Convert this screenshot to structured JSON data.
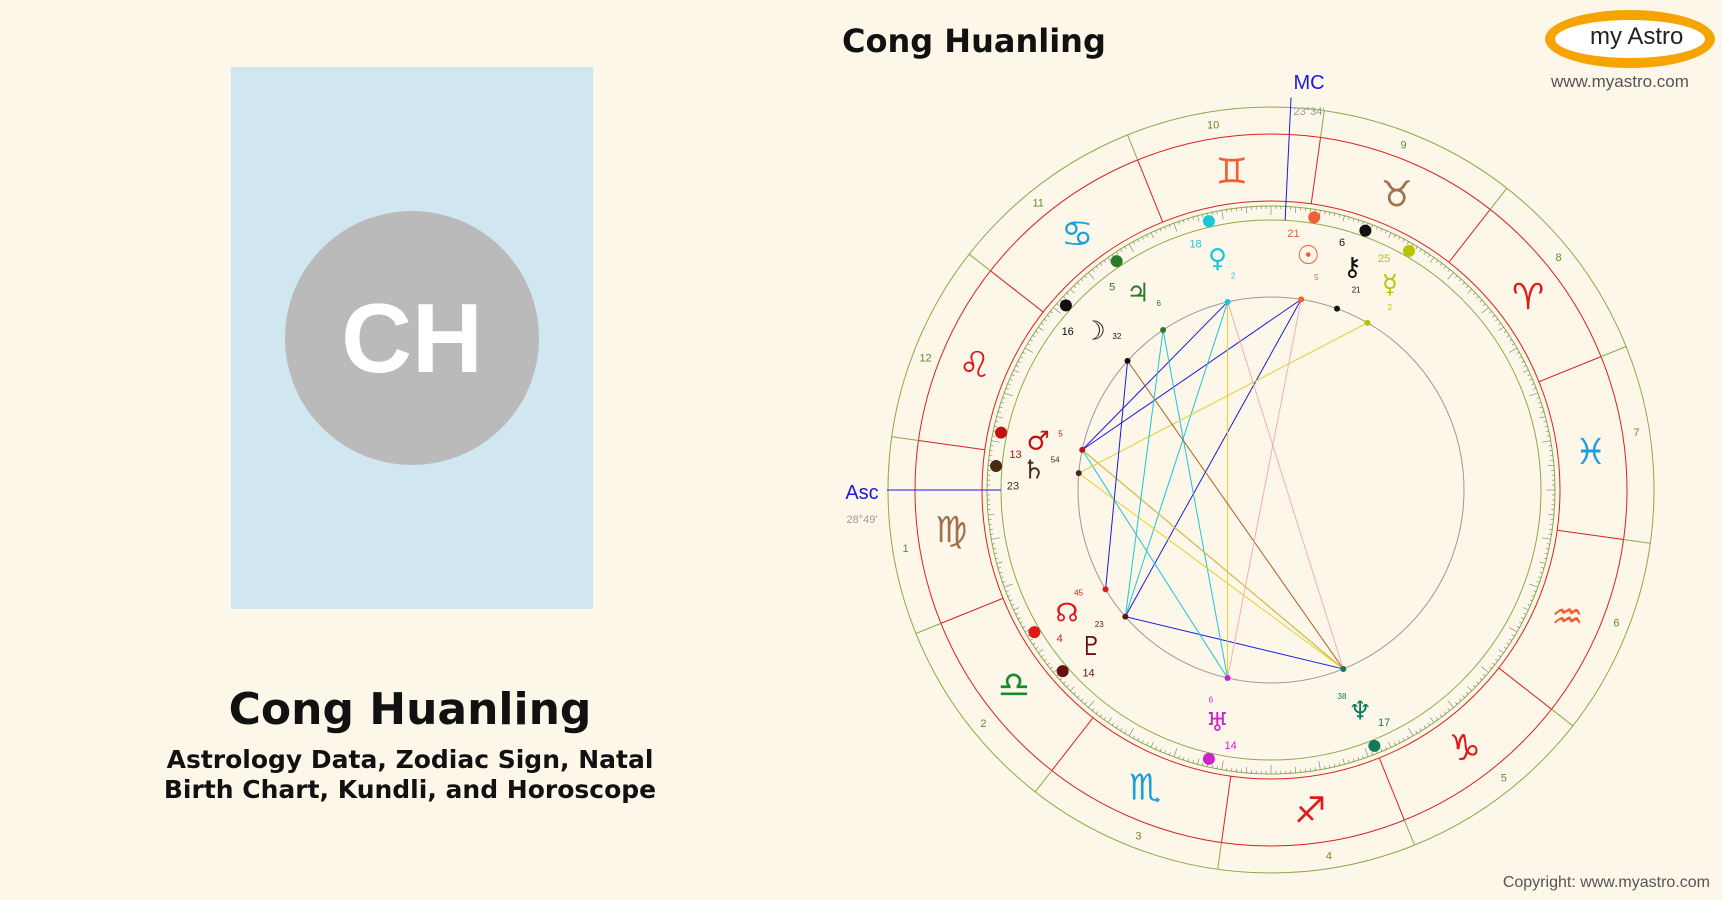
{
  "person": {
    "name": "Cong Huanling",
    "initials": "CH",
    "subtitle_line1": "Astrology Data, Zodiac Sign, Natal",
    "subtitle_line2": "Birth Chart, Kundli, and Horoscope"
  },
  "chart": {
    "title": "Cong Huanling",
    "mc": {
      "label": "MC",
      "degree": "23°34'"
    },
    "asc": {
      "label": "Asc",
      "degree": "28°49'"
    },
    "signs": [
      {
        "name": "taurus",
        "glyph": "♉",
        "color": "#a0724b"
      },
      {
        "name": "gemini",
        "glyph": "♊",
        "color": "#f06030"
      },
      {
        "name": "cancer",
        "glyph": "♋",
        "color": "#1b9fdd"
      },
      {
        "name": "leo",
        "glyph": "♌",
        "color": "#e01818"
      },
      {
        "name": "virgo",
        "glyph": "♍",
        "color": "#a0724b"
      },
      {
        "name": "libra",
        "glyph": "♎",
        "color": "#198c30"
      },
      {
        "name": "scorpio",
        "glyph": "♏",
        "color": "#1b9fdd"
      },
      {
        "name": "sagittarius",
        "glyph": "♐",
        "color": "#e01818"
      },
      {
        "name": "capricorn",
        "glyph": "♑",
        "color": "#e01818"
      },
      {
        "name": "aquarius",
        "glyph": "♒",
        "color": "#f06030"
      },
      {
        "name": "pisces",
        "glyph": "♓",
        "color": "#1b9fdd"
      },
      {
        "name": "aries",
        "glyph": "♈",
        "color": "#e01818"
      }
    ],
    "houses": [
      "10",
      "9",
      "8",
      "7",
      "6",
      "5",
      "4",
      "3",
      "2",
      "1",
      "12",
      "11"
    ],
    "planets": [
      {
        "name": "sun",
        "glyph": "☉",
        "deg": "21",
        "min": "5",
        "color": "#f06030"
      },
      {
        "name": "chiron",
        "glyph": "⚷",
        "deg": "6",
        "min": "21",
        "color": "#111111"
      },
      {
        "name": "mercury",
        "glyph": "☿",
        "deg": "25",
        "min": "2",
        "color": "#b8c400"
      },
      {
        "name": "venus",
        "glyph": "♀",
        "deg": "18",
        "min": "2",
        "color": "#1cc6d8"
      },
      {
        "name": "jupiter",
        "glyph": "♃",
        "deg": "5",
        "min": "6",
        "color": "#2a7a2a"
      },
      {
        "name": "moon",
        "glyph": "☽",
        "deg": "16",
        "min": "32",
        "color": "#111111"
      },
      {
        "name": "mars",
        "glyph": "♂",
        "deg": "13",
        "min": "5",
        "color": "#c41010"
      },
      {
        "name": "saturn",
        "glyph": "♄",
        "deg": "23",
        "min": "54",
        "color": "#4a2a10"
      },
      {
        "name": "node",
        "glyph": "☊",
        "deg": "4",
        "min": "45",
        "color": "#e01818"
      },
      {
        "name": "pluto",
        "glyph": "♇",
        "deg": "14",
        "min": "23",
        "color": "#6a1010"
      },
      {
        "name": "uranus",
        "glyph": "♅",
        "deg": "14",
        "min": "6",
        "color": "#cc22cc"
      },
      {
        "name": "neptune",
        "glyph": "♆",
        "deg": "17",
        "min": "38",
        "color": "#117a5a"
      }
    ]
  },
  "branding": {
    "logo": "my Astro",
    "url": "www.myastro.com",
    "copyright": "Copyright: www.myastro.com"
  }
}
